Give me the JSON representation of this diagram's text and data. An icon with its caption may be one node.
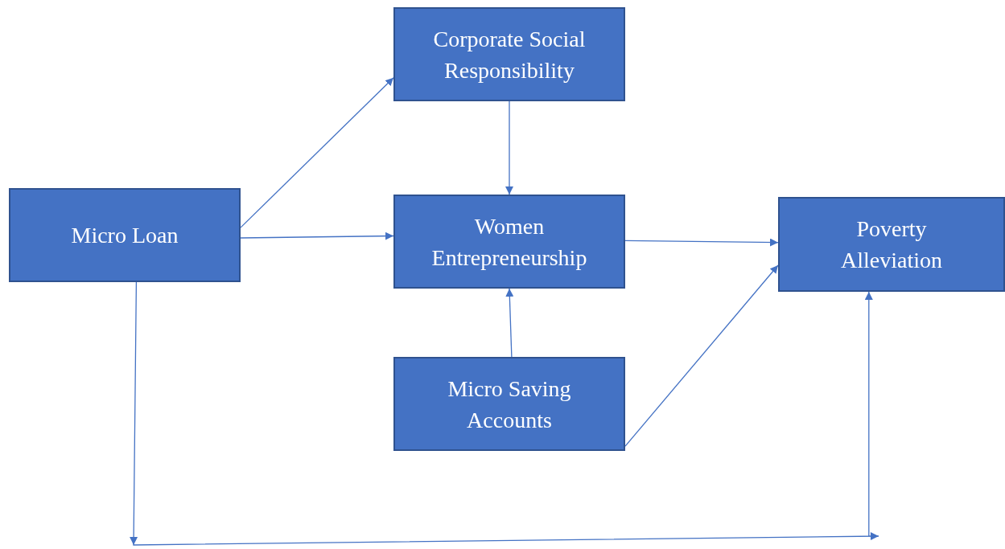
{
  "diagram": {
    "nodes": [
      {
        "text": [
          "Corporate Social Responsibility"
        ]
      },
      {
        "text": [
          "Micro Loan"
        ]
      },
      {
        "text": [
          "Women Entrepreneurship"
        ]
      },
      {
        "text": [
          "Poverty Alleviation"
        ]
      },
      {
        "text": [
          "Micro Saving Accounts"
        ]
      }
    ],
    "edges": [
      {
        "from": 1,
        "to": 0,
        "arrow": "to"
      },
      {
        "from": 1,
        "to": 2,
        "arrow": "to"
      },
      {
        "from": 0,
        "to": 2,
        "arrow": "to"
      },
      {
        "from": 2,
        "to": 3,
        "arrow": "to"
      },
      {
        "from": 4,
        "to": 2,
        "arrow": "to"
      },
      {
        "from": 4,
        "to": 3,
        "arrow": "to"
      },
      {
        "from": 1,
        "to": 3,
        "arrow": "to"
      }
    ]
  }
}
